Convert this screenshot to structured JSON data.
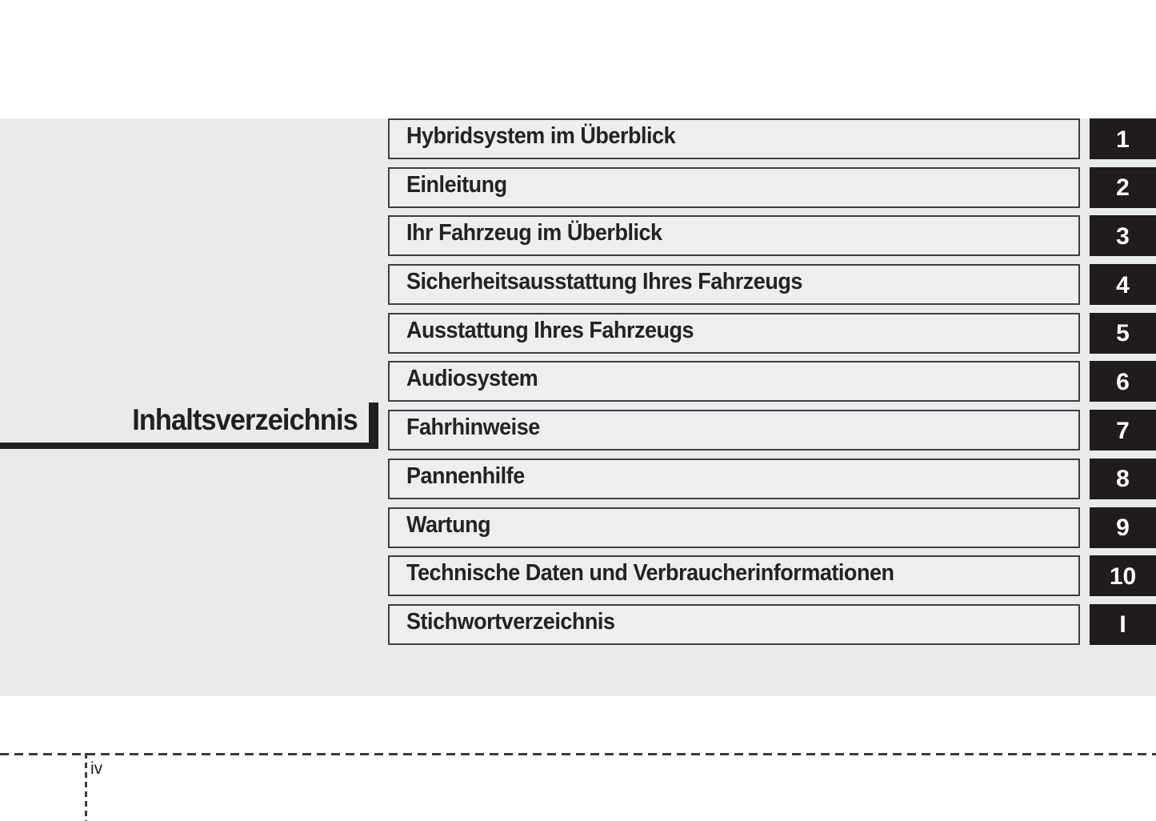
{
  "page": {
    "title": "Inhaltsverzeichnis",
    "page_number": "iv"
  },
  "chapters": [
    {
      "label": "Hybridsystem im Überblick",
      "index": "1"
    },
    {
      "label": "Einleitung",
      "index": "2"
    },
    {
      "label": "Ihr Fahrzeug im Überblick",
      "index": "3"
    },
    {
      "label": "Sicherheitsausstattung Ihres Fahrzeugs",
      "index": "4"
    },
    {
      "label": "Ausstattung Ihres Fahrzeugs",
      "index": "5"
    },
    {
      "label": "Audiosystem",
      "index": "6"
    },
    {
      "label": "Fahrhinweise",
      "index": "7"
    },
    {
      "label": "Pannenhilfe",
      "index": "8"
    },
    {
      "label": "Wartung",
      "index": "9"
    },
    {
      "label": "Technische Daten und Verbraucherinformationen",
      "index": "10"
    },
    {
      "label": "Stichwortverzeichnis",
      "index": "I"
    }
  ],
  "colors": {
    "panel_gray": "#e9eaeb",
    "row_fill": "#edeeef",
    "row_border": "#3e3f41",
    "index_box_black": "#201c1d",
    "index_text": "#ffffff",
    "accent_black": "#231f20",
    "dashed_line": "#3b3b3b"
  }
}
